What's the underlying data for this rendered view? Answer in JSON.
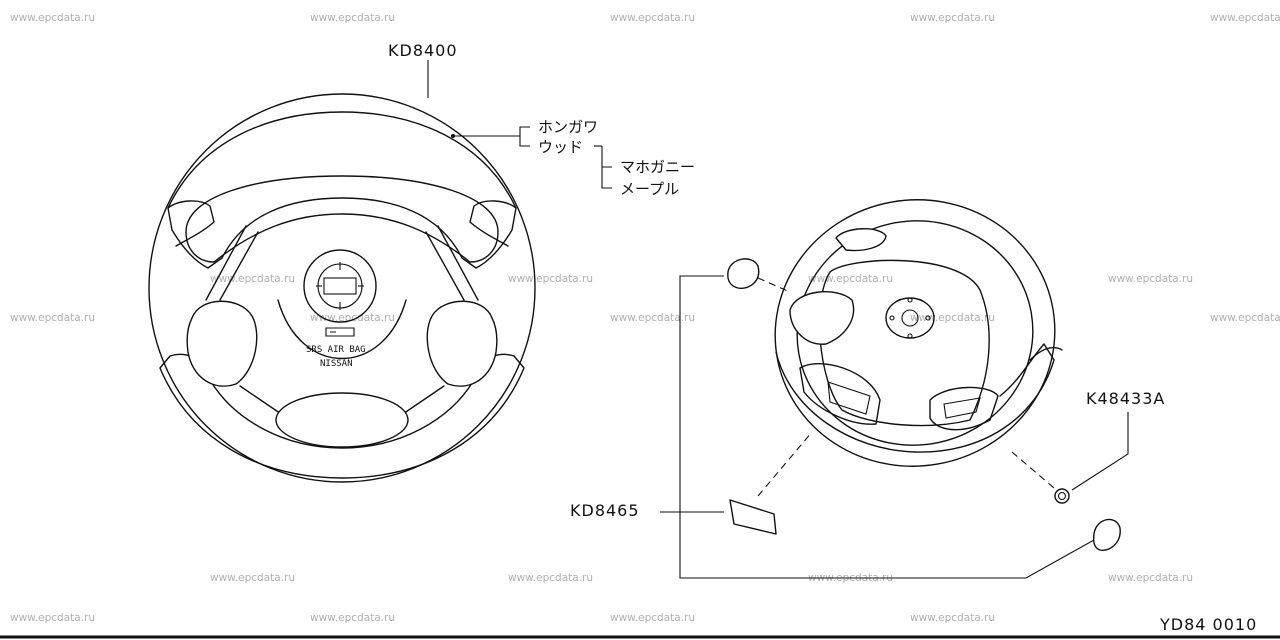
{
  "watermarks": [
    {
      "text": "www.epcdata.ru"
    },
    {
      "text": "www.epcdata.ru"
    },
    {
      "text": "www.epcdata.ru"
    },
    {
      "text": "www.epcdata.ru"
    },
    {
      "text": "www.epcdata.ru"
    },
    {
      "text": "www.epcdata.ru"
    },
    {
      "text": "www.epcdata.ru"
    },
    {
      "text": "www.epcdata.ru"
    },
    {
      "text": "www.epcdata.ru"
    },
    {
      "text": "www.epcdata.ru"
    },
    {
      "text": "www.epcdata.ru"
    },
    {
      "text": "www.epcdata.ru"
    },
    {
      "text": "www.epcdata.ru"
    },
    {
      "text": "www.epcdata.ru"
    },
    {
      "text": "www.epcdata.ru"
    },
    {
      "text": "www.epcdata.ru"
    },
    {
      "text": "www.epcdata.ru"
    },
    {
      "text": "www.epcdata.ru"
    },
    {
      "text": "www.epcdata.ru"
    },
    {
      "text": "www.epcdata.ru"
    },
    {
      "text": "www.epcdata.ru"
    },
    {
      "text": "www.epcdata.ru"
    }
  ],
  "callouts": {
    "wheel": "KD8400",
    "trim_panel": "KD8465",
    "nut": "K48433A"
  },
  "material_notes": {
    "genuine": "ホンガワ",
    "wood": "ウッド",
    "mahogany": "マホガニー",
    "maple": "メープル"
  },
  "airbag_text": {
    "line1": "SRS AIR BAG",
    "line2": "NISSAN"
  },
  "diagram_code": "YD84 0010"
}
